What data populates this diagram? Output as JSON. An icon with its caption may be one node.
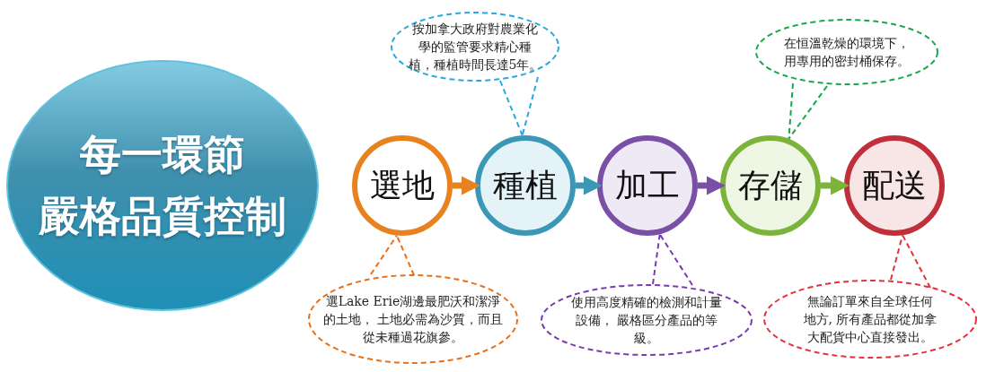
{
  "diagram": {
    "nodes": [
      {
        "text": [
          "每一環節",
          "嚴格品質控制"
        ]
      },
      {
        "text": [
          "選地"
        ]
      },
      {
        "text": [
          "種植"
        ]
      },
      {
        "text": [
          "加工"
        ]
      },
      {
        "text": [
          "存儲"
        ]
      },
      {
        "text": [
          "配送"
        ]
      },
      {
        "text": [
          "按加拿大政府對農業化學的監管要求精心種植，種植時間長達5年。"
        ]
      },
      {
        "text": [
          "在恒溫乾燥的環境下，用專用的密封桶保存。"
        ]
      },
      {
        "text": [
          "選Lake Erie湖邊最肥沃和潔淨的土地， 土地必需為沙質，而且從未種過花旗參。"
        ]
      },
      {
        "text": [
          "使用高度精確的檢測和計量設備， 嚴格區分產品的等級。"
        ]
      },
      {
        "text": [
          "無論訂單來自全球任何地方, 所有產品都從加拿大配貨中心直接發出。"
        ]
      }
    ],
    "edges": [
      {
        "from": 1,
        "to": 2,
        "arrow": "to",
        "style": "thick",
        "color": "#e8821e"
      },
      {
        "from": 2,
        "to": 3,
        "arrow": "to",
        "style": "thick",
        "color": "#3a98b6"
      },
      {
        "from": 3,
        "to": 4,
        "arrow": "to",
        "style": "thick",
        "color": "#7a4fa6"
      },
      {
        "from": 4,
        "to": 5,
        "arrow": "to",
        "style": "thick",
        "color": "#7cb33a"
      },
      {
        "from": 6,
        "to": 2,
        "arrow": "none",
        "style": "dashed",
        "color": "#29a8e0"
      },
      {
        "from": 7,
        "to": 4,
        "arrow": "none",
        "style": "dashed",
        "color": "#1aa84a"
      },
      {
        "from": 8,
        "to": 1,
        "arrow": "none",
        "style": "dashed",
        "color": "#e8701a"
      },
      {
        "from": 9,
        "to": 3,
        "arrow": "none",
        "style": "dashed",
        "color": "#7a3ab0"
      },
      {
        "from": 10,
        "to": 5,
        "arrow": "none",
        "style": "dashed",
        "color": "#e8303a"
      }
    ]
  }
}
